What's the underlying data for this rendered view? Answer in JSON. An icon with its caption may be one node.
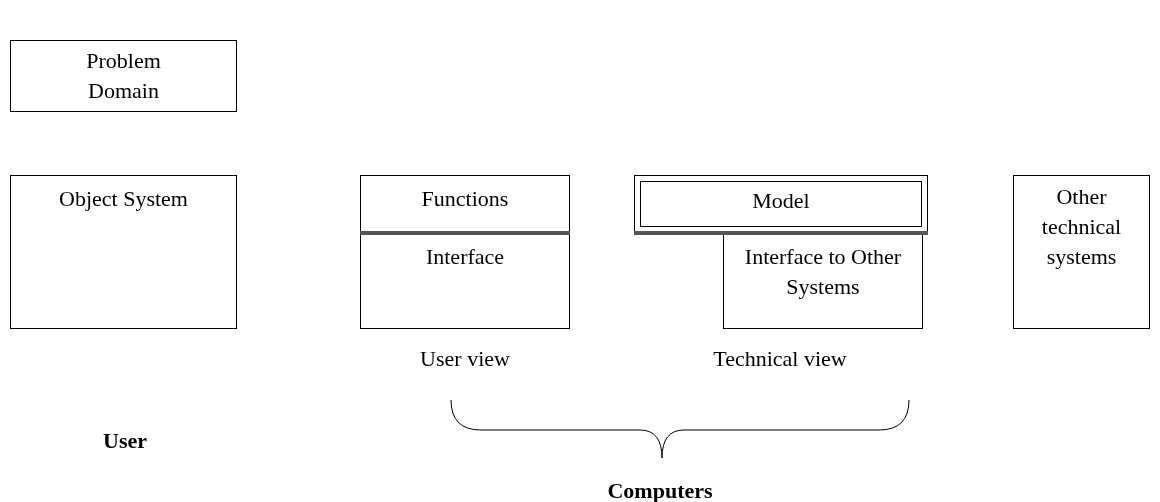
{
  "diagram": {
    "nodes": [
      {
        "text": [
          "Problem Domain"
        ]
      },
      {
        "text": [
          "Object System"
        ]
      },
      {
        "text": [
          "Functions"
        ]
      },
      {
        "text": [
          "Interface"
        ]
      },
      {
        "text": [
          "Model"
        ]
      },
      {
        "text": [
          "Interface to Other Systems"
        ]
      },
      {
        "text": [
          "Other technical systems"
        ]
      }
    ],
    "edges": [],
    "labels": [
      "User view",
      "Technical view",
      "User",
      "Computers"
    ]
  }
}
